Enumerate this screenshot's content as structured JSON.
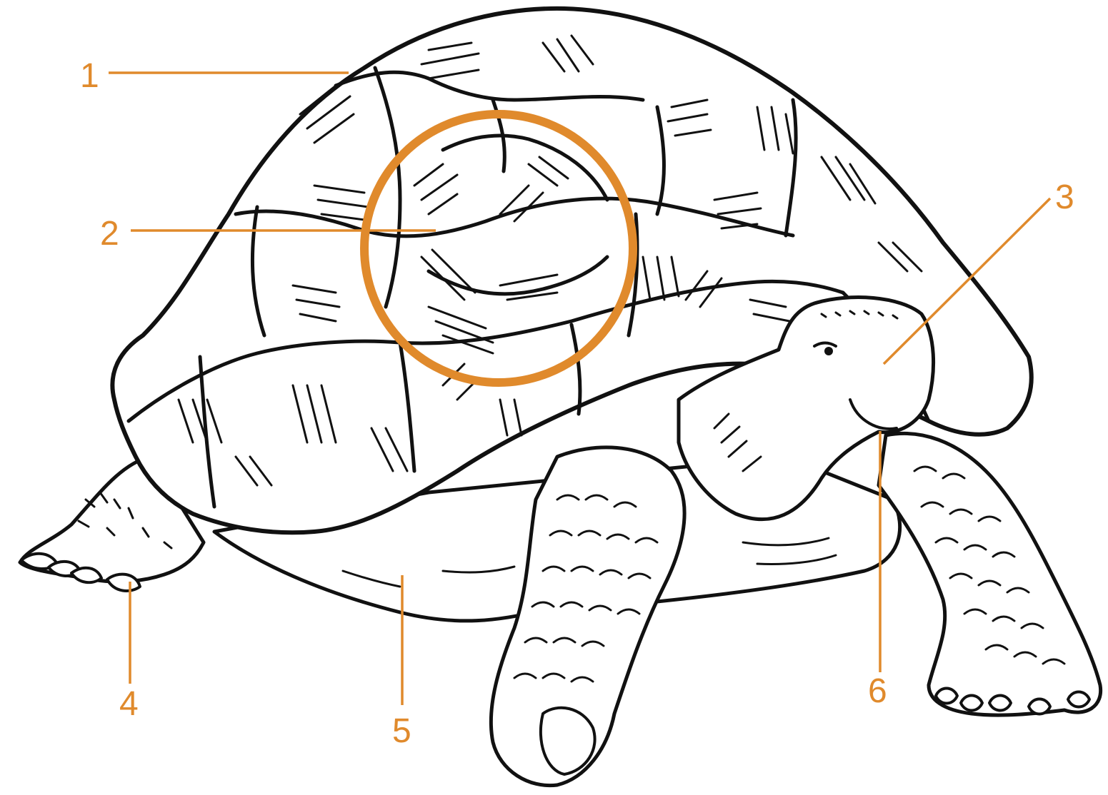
{
  "colors": {
    "accent": "#E08A2C",
    "ink": "#111111",
    "background": "#FFFFFF"
  },
  "labels": [
    {
      "text": "1"
    },
    {
      "text": "2"
    },
    {
      "text": "3"
    },
    {
      "text": "4"
    },
    {
      "text": "5"
    },
    {
      "text": "6"
    }
  ],
  "highlight": {
    "shape": "circle",
    "target_label": "2"
  }
}
